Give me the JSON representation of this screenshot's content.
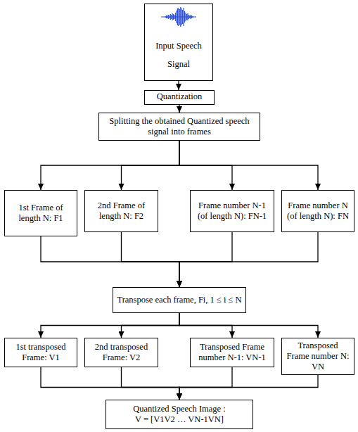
{
  "diagram": {
    "nodes": [
      {
        "text": [
          "Input Speech Signal"
        ]
      },
      {
        "text": [
          "Quantization"
        ]
      },
      {
        "text": [
          "Splitting the obtained Quantized speech signal into frames"
        ]
      },
      {
        "text": [
          "1st Frame of length N: F1"
        ]
      },
      {
        "text": [
          "2nd Frame of length N: F2"
        ]
      },
      {
        "text": [
          "Frame number N-1 (of length N): FN-1"
        ]
      },
      {
        "text": [
          "Frame number N (of length N): FN"
        ]
      },
      {
        "text": [
          "Transpose each frame, Fi, 1 ≤ i ≤ N"
        ]
      },
      {
        "text": [
          "1st transposed Frame: V1"
        ]
      },
      {
        "text": [
          "2nd transposed Frame: V2"
        ]
      },
      {
        "text": [
          "Transposed Frame number N-1: VN-1"
        ]
      },
      {
        "text": [
          "Transposed Frame number N: VN"
        ]
      },
      {
        "text": [
          "Quantized Speech Image :",
          "V = [V1V2 … VN-1VN]"
        ]
      }
    ],
    "edges": [
      {
        "from": 0,
        "to": 1,
        "arrow": "to"
      },
      {
        "from": 1,
        "to": 2,
        "arrow": "to"
      },
      {
        "from": 2,
        "to": 3,
        "arrow": "to"
      },
      {
        "from": 2,
        "to": 4,
        "arrow": "to"
      },
      {
        "from": 2,
        "to": 5,
        "arrow": "to"
      },
      {
        "from": 2,
        "to": 6,
        "arrow": "to"
      },
      {
        "from": 3,
        "to": 7,
        "arrow": "to"
      },
      {
        "from": 4,
        "to": 7,
        "arrow": "to"
      },
      {
        "from": 5,
        "to": 7,
        "arrow": "to"
      },
      {
        "from": 6,
        "to": 7,
        "arrow": "to"
      },
      {
        "from": 7,
        "to": 8,
        "arrow": "to"
      },
      {
        "from": 7,
        "to": 9,
        "arrow": "to"
      },
      {
        "from": 7,
        "to": 10,
        "arrow": "to"
      },
      {
        "from": 7,
        "to": 11,
        "arrow": "to"
      },
      {
        "from": 8,
        "to": 12,
        "arrow": "to"
      },
      {
        "from": 9,
        "to": 12,
        "arrow": "to"
      },
      {
        "from": 10,
        "to": 12,
        "arrow": "to"
      },
      {
        "from": 11,
        "to": 12,
        "arrow": "to"
      }
    ]
  }
}
